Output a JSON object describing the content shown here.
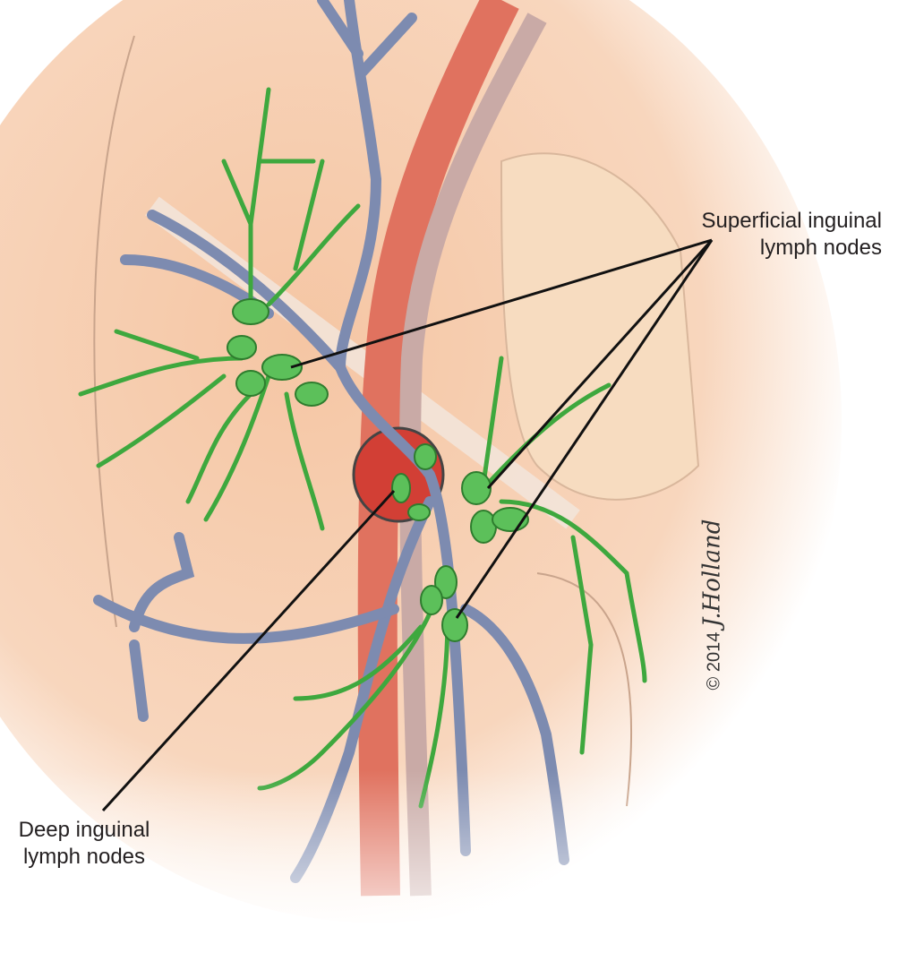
{
  "labels": {
    "superficial_line1": "Superficial inguinal",
    "superficial_line2": "lymph nodes",
    "deep_line1": "Deep inguinal",
    "deep_line2": "lymph nodes"
  },
  "signature": {
    "copyright": "© 2014",
    "artist": "J.Holland"
  },
  "colors": {
    "skin": "#f6c9a8",
    "artery": "#e0725f",
    "vein": "#7d8bb0",
    "lymph": "#3ea83e",
    "node": "#5cc05a"
  }
}
